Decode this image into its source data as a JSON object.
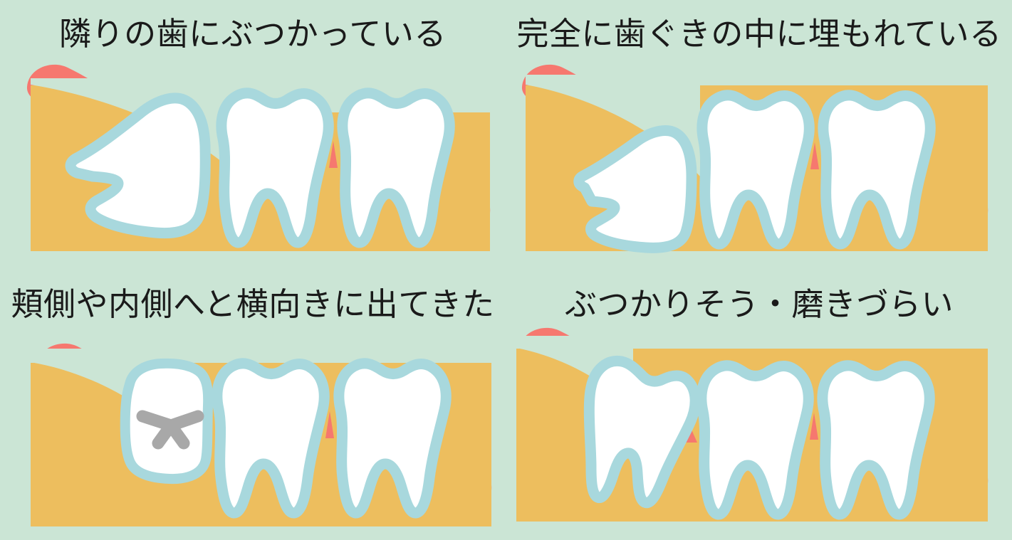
{
  "illustration": {
    "subject": "wisdom-tooth-eruption-patterns",
    "panel_count": 4,
    "colors": {
      "background": "#cbe5d5",
      "bone": "#edbe5e",
      "gum": "#f6786f",
      "tooth_fill": "#ffffff",
      "tooth_outline": "#a8d8dd",
      "fissure_mark": "#a8a8a8",
      "text": "#1a1a1a"
    }
  },
  "panels": [
    {
      "id": "panel-adjacent-collision",
      "title": "隣りの歯にぶつかっている",
      "wisdom_tooth_state": "horizontal-impacted-against-neighbor",
      "normal_molars": 2,
      "has_fissure_mark": false
    },
    {
      "id": "panel-fully-buried",
      "title": "完全に歯ぐきの中に埋もれている",
      "wisdom_tooth_state": "fully-submerged-in-gum",
      "normal_molars": 2,
      "has_fissure_mark": false
    },
    {
      "id": "panel-sideways-buccal-lingual",
      "title": "頬側や内側へと横向きに出てきた",
      "wisdom_tooth_state": "erupting-sideways-occlusal-view",
      "normal_molars": 2,
      "has_fissure_mark": true
    },
    {
      "id": "panel-crowding-hard-to-brush",
      "title": "ぶつかりそう・磨きづらい",
      "wisdom_tooth_state": "tilted-crowded-erupted",
      "normal_molars": 2,
      "has_fissure_mark": false
    }
  ]
}
